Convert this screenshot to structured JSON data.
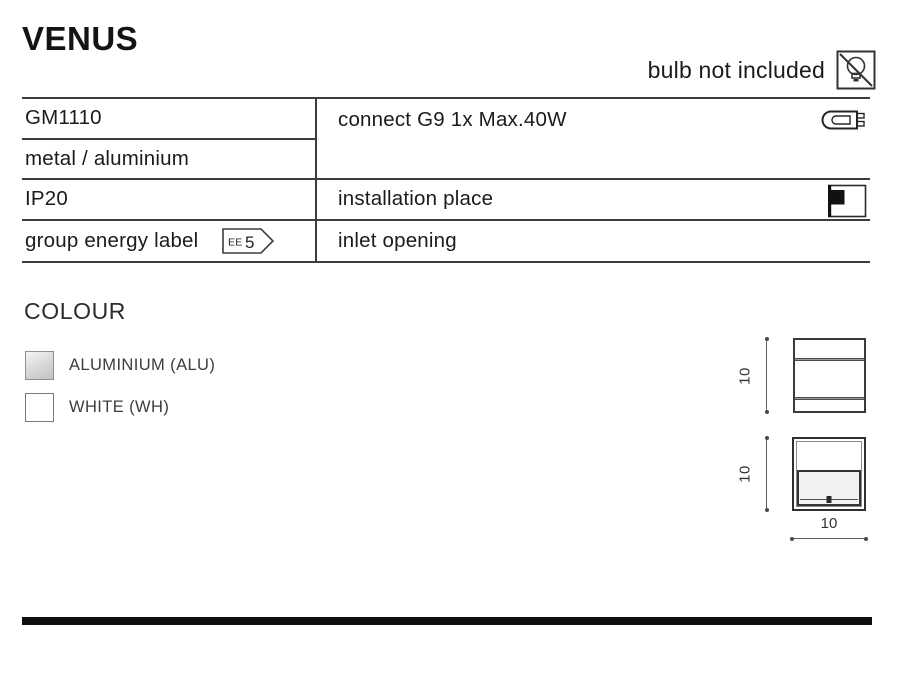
{
  "header": {
    "title": "VENUS",
    "bulb_note": "bulb not included",
    "bulb_icon": "crossed-bulb-icon"
  },
  "spec_table": {
    "model": "GM1110",
    "material": "metal / aluminium",
    "ip_rating": "IP20",
    "energy_label_text": "group energy label",
    "energy_badge": {
      "prefix": "EE",
      "value": "5"
    },
    "connect": "connect G9 1x Max.40W",
    "connect_icon": "g9-bulb-icon",
    "installation": "installation place",
    "installation_icon": "wall-mount-icon",
    "inlet": "inlet opening"
  },
  "colour_section": {
    "heading": "COLOUR",
    "options": [
      {
        "label": "ALUMINIUM (ALU)",
        "swatch": "#d4d4d4"
      },
      {
        "label": "WHITE (WH)",
        "swatch": "#ffffff"
      }
    ]
  },
  "drawings": {
    "side_view": {
      "height_label": "10"
    },
    "front_view": {
      "height_label": "10",
      "width_label": "10"
    }
  },
  "footer": {
    "bar_color": "#0f0f0f"
  }
}
